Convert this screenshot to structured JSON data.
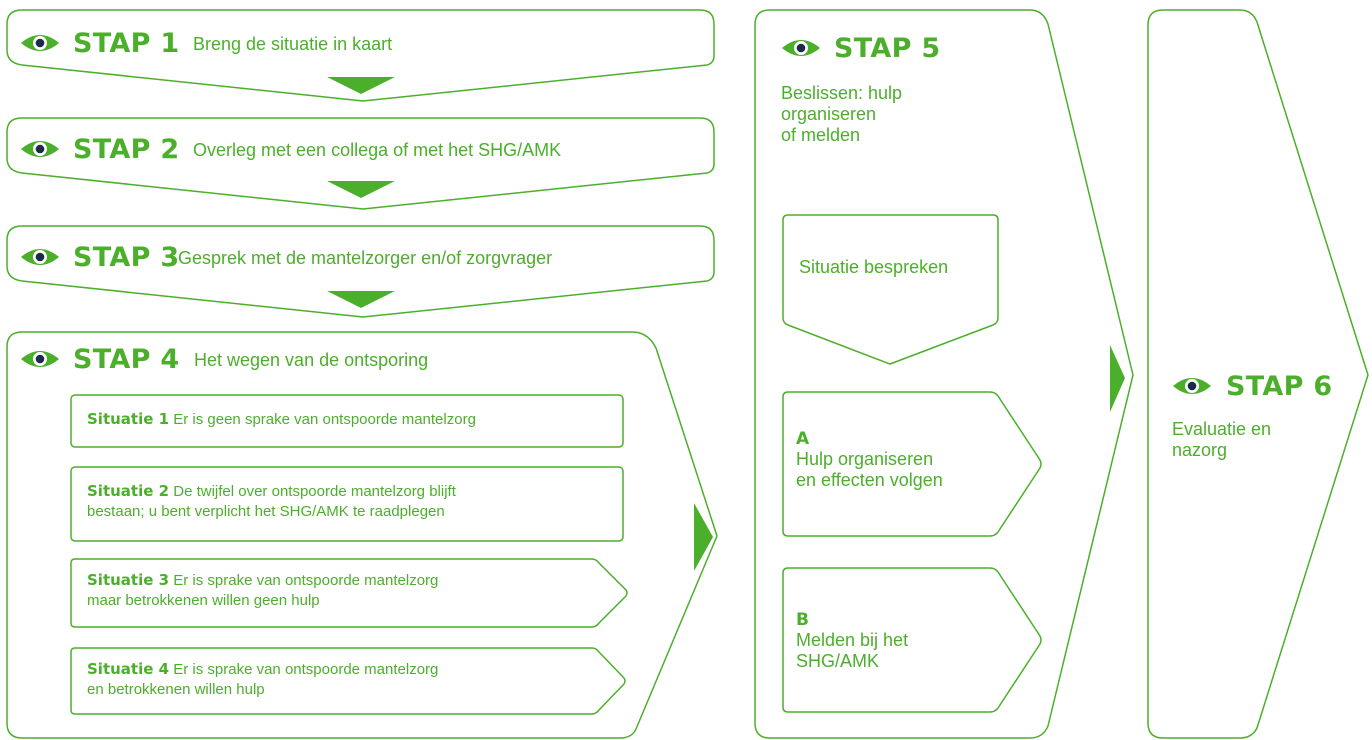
{
  "colors": {
    "accent": "#4caf2b",
    "background": "#ffffff"
  },
  "icon": "eye-icon",
  "steps": {
    "stap1": {
      "label": "STAP 1",
      "desc": "Breng de situatie in kaart"
    },
    "stap2": {
      "label": "STAP 2",
      "desc": "Overleg met een collega of met het SHG/AMK"
    },
    "stap3": {
      "label": "STAP 3",
      "desc": "Gesprek met de mantelzorger en/of zorgvrager"
    },
    "stap4": {
      "label": "STAP 4",
      "desc": "Het wegen van de ontsporing",
      "situations": [
        {
          "label": "Situatie 1",
          "text": "Er is geen sprake van ontspoorde mantelzorg"
        },
        {
          "label": "Situatie 2",
          "text_line1": "De twijfel over ontspoorde mantelzorg blijft",
          "text_line2": "bestaan; u bent verplicht het SHG/AMK te raadplegen"
        },
        {
          "label": "Situatie 3",
          "text_line1": "Er is sprake van ontspoorde mantelzorg",
          "text_line2": "maar betrokkenen willen geen hulp"
        },
        {
          "label": "Situatie 4",
          "text_line1": "Er is sprake van ontspoorde mantelzorg",
          "text_line2": "en betrokkenen willen hulp"
        }
      ]
    },
    "stap5": {
      "label": "STAP 5",
      "desc_lines": [
        "Beslissen: hulp",
        "organiseren",
        "of melden"
      ],
      "bespreken": "Situatie bespreken",
      "option_a": {
        "letter": "A",
        "lines": [
          "Hulp organiseren",
          "en effecten volgen"
        ]
      },
      "option_b": {
        "letter": "B",
        "lines": [
          "Melden bij het",
          "SHG/AMK"
        ]
      }
    },
    "stap6": {
      "label": "STAP 6",
      "desc_lines": [
        "Evaluatie en",
        "nazorg"
      ]
    }
  }
}
